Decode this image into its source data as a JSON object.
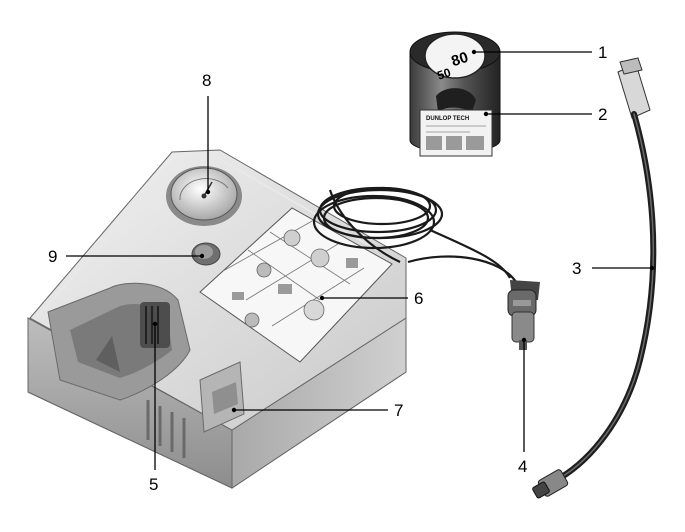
{
  "callouts": [
    {
      "id": "1",
      "label": "1"
    },
    {
      "id": "2",
      "label": "2"
    },
    {
      "id": "3",
      "label": "3"
    },
    {
      "id": "4",
      "label": "4"
    },
    {
      "id": "5",
      "label": "5"
    },
    {
      "id": "6",
      "label": "6"
    },
    {
      "id": "7",
      "label": "7"
    },
    {
      "id": "8",
      "label": "8"
    },
    {
      "id": "9",
      "label": "9"
    }
  ],
  "sealant": {
    "speed_max": "80",
    "speed_min": "50",
    "brand": "DUNLOP TECH"
  }
}
